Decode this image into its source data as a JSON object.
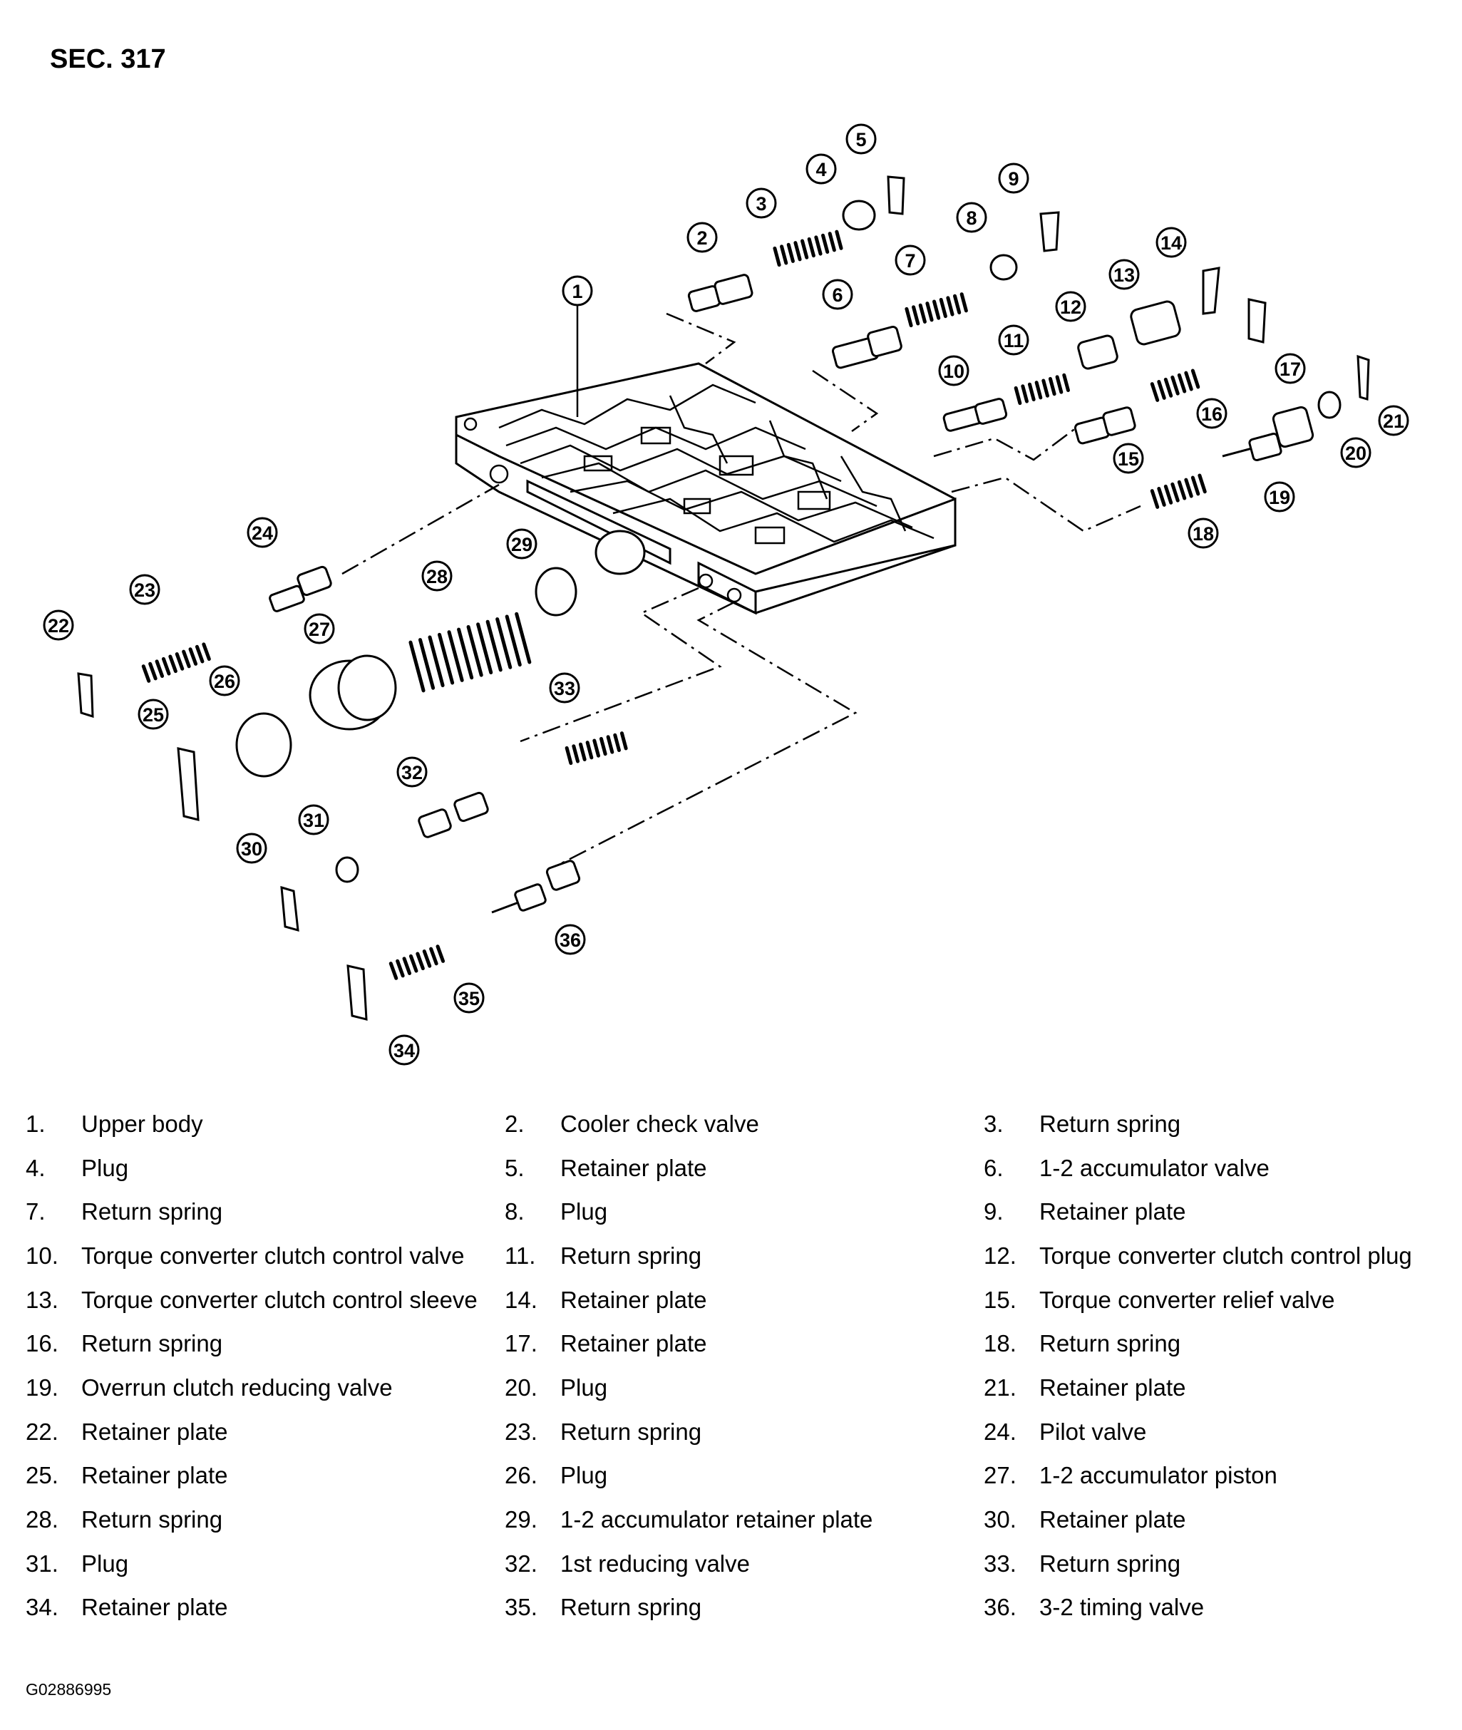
{
  "section": "SEC. 317",
  "figure_id": "G02886995",
  "parts": [
    {
      "num": "1.",
      "label": "Upper body"
    },
    {
      "num": "2.",
      "label": "Cooler check valve"
    },
    {
      "num": "3.",
      "label": "Return spring"
    },
    {
      "num": "4.",
      "label": "Plug"
    },
    {
      "num": "5.",
      "label": "Retainer plate"
    },
    {
      "num": "6.",
      "label": "1-2 accumulator valve"
    },
    {
      "num": "7.",
      "label": "Return spring"
    },
    {
      "num": "8.",
      "label": "Plug"
    },
    {
      "num": "9.",
      "label": "Retainer plate"
    },
    {
      "num": "10.",
      "label": "Torque converter clutch control valve"
    },
    {
      "num": "11.",
      "label": "Return spring"
    },
    {
      "num": "12.",
      "label": "Torque converter clutch control plug"
    },
    {
      "num": "13.",
      "label": "Torque converter clutch control sleeve"
    },
    {
      "num": "14.",
      "label": "Retainer plate"
    },
    {
      "num": "15.",
      "label": "Torque converter relief valve"
    },
    {
      "num": "16.",
      "label": "Return spring"
    },
    {
      "num": "17.",
      "label": "Retainer plate"
    },
    {
      "num": "18.",
      "label": "Return spring"
    },
    {
      "num": "19.",
      "label": "Overrun clutch reducing valve"
    },
    {
      "num": "20.",
      "label": "Plug"
    },
    {
      "num": "21.",
      "label": "Retainer plate"
    },
    {
      "num": "22.",
      "label": "Retainer plate"
    },
    {
      "num": "23.",
      "label": "Return spring"
    },
    {
      "num": "24.",
      "label": "Pilot valve"
    },
    {
      "num": "25.",
      "label": "Retainer plate"
    },
    {
      "num": "26.",
      "label": "Plug"
    },
    {
      "num": "27.",
      "label": "1-2 accumulator piston"
    },
    {
      "num": "28.",
      "label": "Return spring"
    },
    {
      "num": "29.",
      "label": "1-2 accumulator retainer plate"
    },
    {
      "num": "30.",
      "label": "Retainer plate"
    },
    {
      "num": "31.",
      "label": "Plug"
    },
    {
      "num": "32.",
      "label": "1st reducing valve"
    },
    {
      "num": "33.",
      "label": "Return spring"
    },
    {
      "num": "34.",
      "label": "Retainer plate"
    },
    {
      "num": "35.",
      "label": "Return spring"
    },
    {
      "num": "36.",
      "label": "3-2 timing valve"
    }
  ],
  "callouts": [
    "1",
    "2",
    "3",
    "4",
    "5",
    "6",
    "7",
    "8",
    "9",
    "10",
    "11",
    "12",
    "13",
    "14",
    "15",
    "16",
    "17",
    "18",
    "19",
    "20",
    "21",
    "22",
    "23",
    "24",
    "25",
    "26",
    "27",
    "28",
    "29",
    "30",
    "31",
    "32",
    "33",
    "34",
    "35",
    "36"
  ]
}
